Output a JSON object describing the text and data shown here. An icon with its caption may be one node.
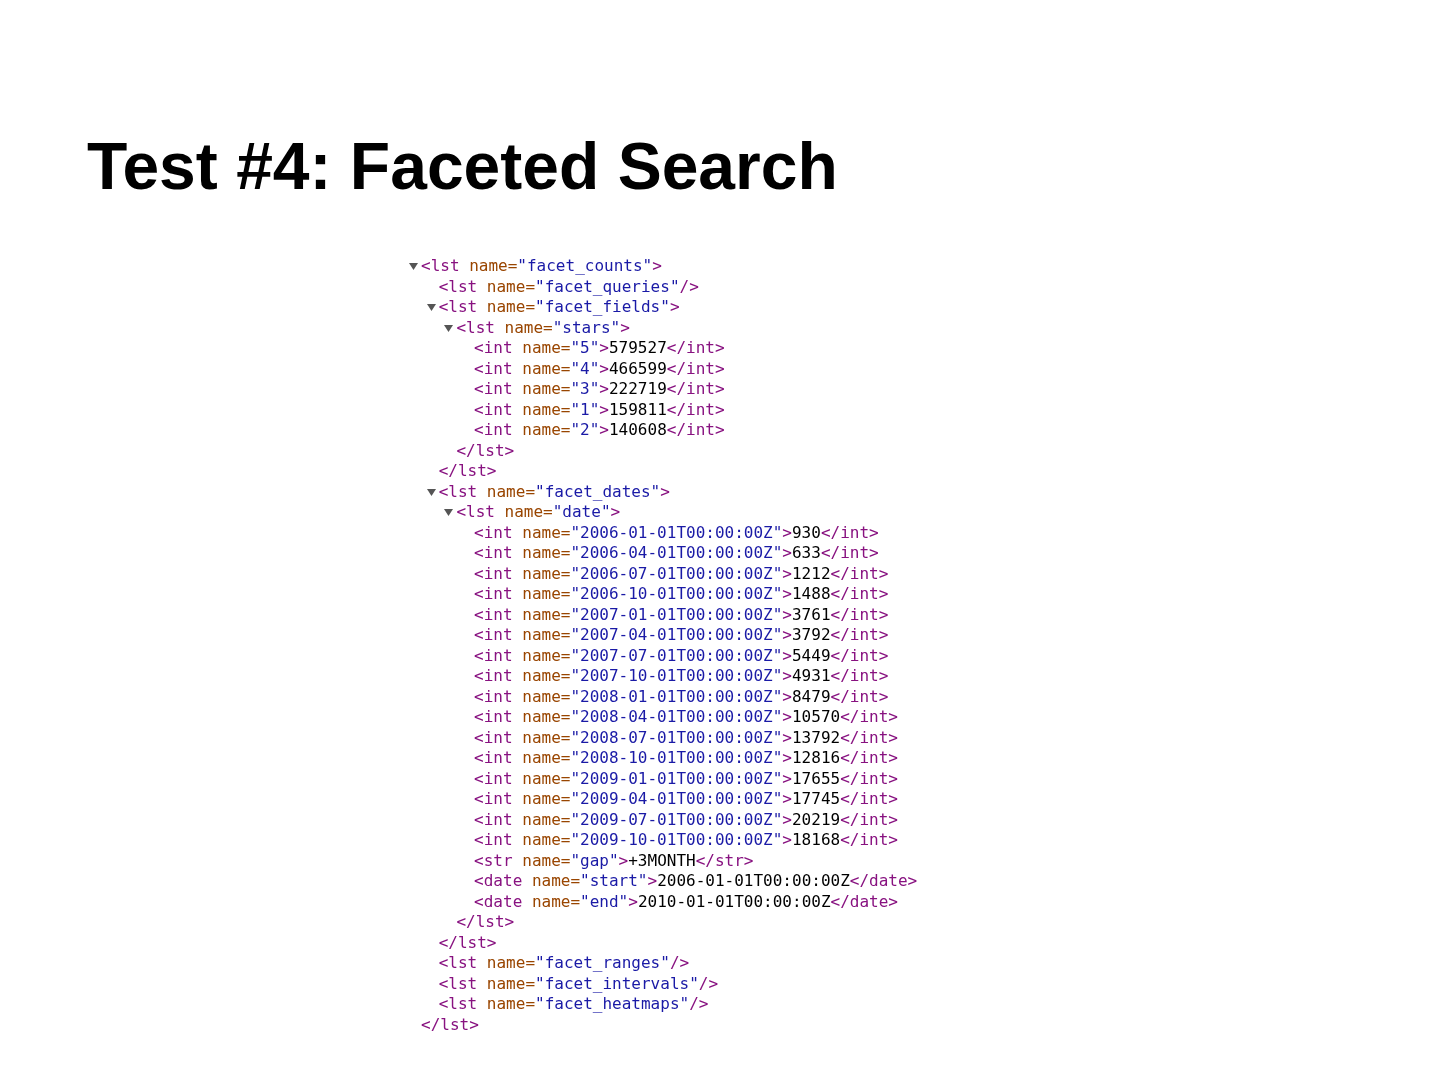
{
  "diagram": {
    "title": "Test #4: Faceted Search",
    "labels": [
      "<lst name=\"facet_counts\">",
      "<lst name=\"facet_queries\"/>",
      "<lst name=\"facet_fields\">",
      "<lst name=\"stars\">",
      "<int name=\"5\">579527</int>",
      "<int name=\"4\">466599</int>",
      "<int name=\"3\">222719</int>",
      "<int name=\"1\">159811</int>",
      "<int name=\"2\">140608</int>",
      "</lst>",
      "</lst>",
      "<lst name=\"facet_dates\">",
      "<lst name=\"date\">",
      "<int name=\"2006-01-01T00:00:00Z\">930</int>",
      "<int name=\"2006-04-01T00:00:00Z\">633</int>",
      "<int name=\"2006-07-01T00:00:00Z\">1212</int>",
      "<int name=\"2006-10-01T00:00:00Z\">1488</int>",
      "<int name=\"2007-01-01T00:00:00Z\">3761</int>",
      "<int name=\"2007-04-01T00:00:00Z\">3792</int>",
      "<int name=\"2007-07-01T00:00:00Z\">5449</int>",
      "<int name=\"2007-10-01T00:00:00Z\">4931</int>",
      "<int name=\"2008-01-01T00:00:00Z\">8479</int>",
      "<int name=\"2008-04-01T00:00:00Z\">10570</int>",
      "<int name=\"2008-07-01T00:00:00Z\">13792</int>",
      "<int name=\"2008-10-01T00:00:00Z\">12816</int>",
      "<int name=\"2009-01-01T00:00:00Z\">17655</int>",
      "<int name=\"2009-04-01T00:00:00Z\">17745</int>",
      "<int name=\"2009-07-01T00:00:00Z\">20219</int>",
      "<int name=\"2009-10-01T00:00:00Z\">18168</int>",
      "<str name=\"gap\">+3MONTH</str>",
      "<date name=\"start\">2006-01-01T00:00:00Z</date>",
      "<date name=\"end\">2010-01-01T00:00:00Z</date>",
      "</lst>",
      "</lst>",
      "<lst name=\"facet_ranges\"/>",
      "<lst name=\"facet_intervals\"/>",
      "<lst name=\"facet_heatmaps\"/>",
      "</lst>"
    ]
  }
}
